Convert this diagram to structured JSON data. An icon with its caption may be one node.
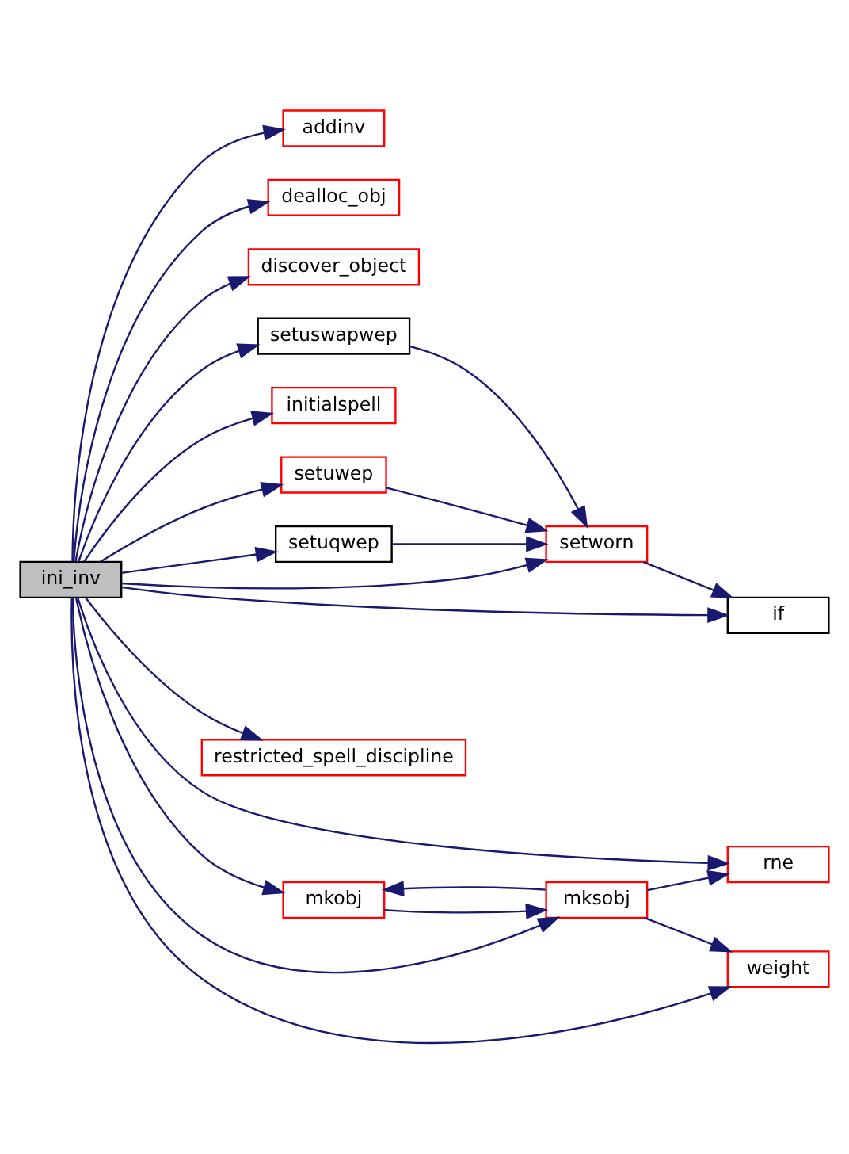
{
  "diagram": {
    "nodes": [
      {
        "text": [
          "ini_inv"
        ]
      },
      {
        "text": [
          "addinv"
        ]
      },
      {
        "text": [
          "dealloc_obj"
        ]
      },
      {
        "text": [
          "discover_object"
        ]
      },
      {
        "text": [
          "setuswapwep"
        ]
      },
      {
        "text": [
          "initialspell"
        ]
      },
      {
        "text": [
          "setuwep"
        ]
      },
      {
        "text": [
          "setuqwep"
        ]
      },
      {
        "text": [
          "setworn"
        ]
      },
      {
        "text": [
          "if"
        ]
      },
      {
        "text": [
          "restricted_spell_discipline"
        ]
      },
      {
        "text": [
          "rne"
        ]
      },
      {
        "text": [
          "mkobj"
        ]
      },
      {
        "text": [
          "mksobj"
        ]
      },
      {
        "text": [
          "weight"
        ]
      }
    ],
    "edges": [
      {
        "from": 0,
        "to": 1,
        "arrow": "to"
      },
      {
        "from": 0,
        "to": 2,
        "arrow": "to"
      },
      {
        "from": 0,
        "to": 3,
        "arrow": "to"
      },
      {
        "from": 0,
        "to": 4,
        "arrow": "to"
      },
      {
        "from": 0,
        "to": 5,
        "arrow": "to"
      },
      {
        "from": 0,
        "to": 6,
        "arrow": "to"
      },
      {
        "from": 0,
        "to": 7,
        "arrow": "to"
      },
      {
        "from": 0,
        "to": 8,
        "arrow": "to"
      },
      {
        "from": 0,
        "to": 9,
        "arrow": "to"
      },
      {
        "from": 0,
        "to": 10,
        "arrow": "to"
      },
      {
        "from": 0,
        "to": 11,
        "arrow": "to"
      },
      {
        "from": 0,
        "to": 13,
        "arrow": "to"
      },
      {
        "from": 0,
        "to": 12,
        "arrow": "to"
      },
      {
        "from": 0,
        "to": 14,
        "arrow": "to"
      },
      {
        "from": 4,
        "to": 8,
        "arrow": "to"
      },
      {
        "from": 6,
        "to": 8,
        "arrow": "to"
      },
      {
        "from": 7,
        "to": 8,
        "arrow": "to"
      },
      {
        "from": 8,
        "to": 9,
        "arrow": "to"
      },
      {
        "from": 13,
        "to": 11,
        "arrow": "to"
      },
      {
        "from": 13,
        "to": 12,
        "arrow": "to"
      },
      {
        "from": 12,
        "to": 13,
        "arrow": "to"
      },
      {
        "from": 13,
        "to": 14,
        "arrow": "to"
      }
    ]
  }
}
